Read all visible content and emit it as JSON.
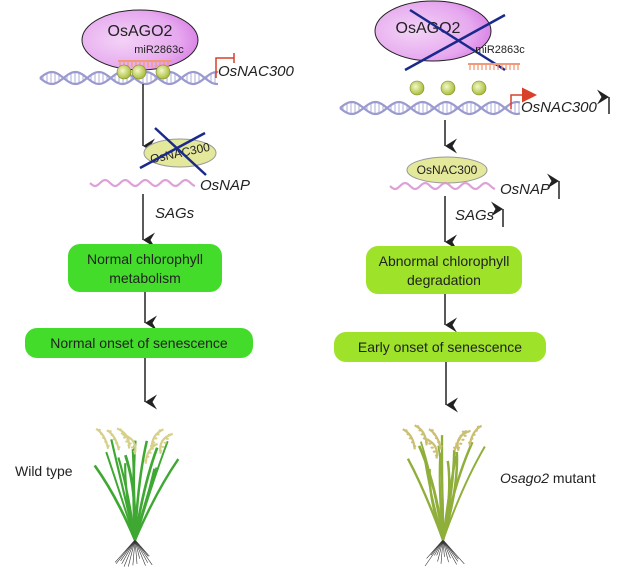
{
  "left_panel": {
    "protein_label": "OsAGO2",
    "mirna_label": "miR2863c",
    "target_gene": "OsNAC300",
    "tf_label": "OsNAC300",
    "downstream_gene": "OsNAP",
    "sags_label": "SAGs",
    "box1_line1": "Normal chlorophyll",
    "box1_line2": "metabolism",
    "box2": "Normal onset  of senescence",
    "plant_label": "Wild type"
  },
  "right_panel": {
    "protein_label": "OsAGO2",
    "mirna_label": "miR2863c",
    "target_gene": "OsNAC300",
    "tf_label": "OsNAC300",
    "downstream_gene": "OsNAP",
    "sags_label": "SAGs",
    "box1_line1": "Abnormal chlorophyll",
    "box1_line2": "degradation",
    "box2": "Early onset  of senescence",
    "plant_label_italic": "Osago2",
    "plant_label_rest": " mutant"
  },
  "colors": {
    "ellipse_fill": "#e6a8ef",
    "tf_fill": "#e4e89a",
    "box_left": "#43dc2a",
    "box_right": "#9ee22a",
    "cross": "#1a2a8c",
    "dna": "#9a9ad0",
    "mirna": "#f19a7a",
    "promoter": "#d9402a",
    "nap_rna": "#d890d0"
  }
}
